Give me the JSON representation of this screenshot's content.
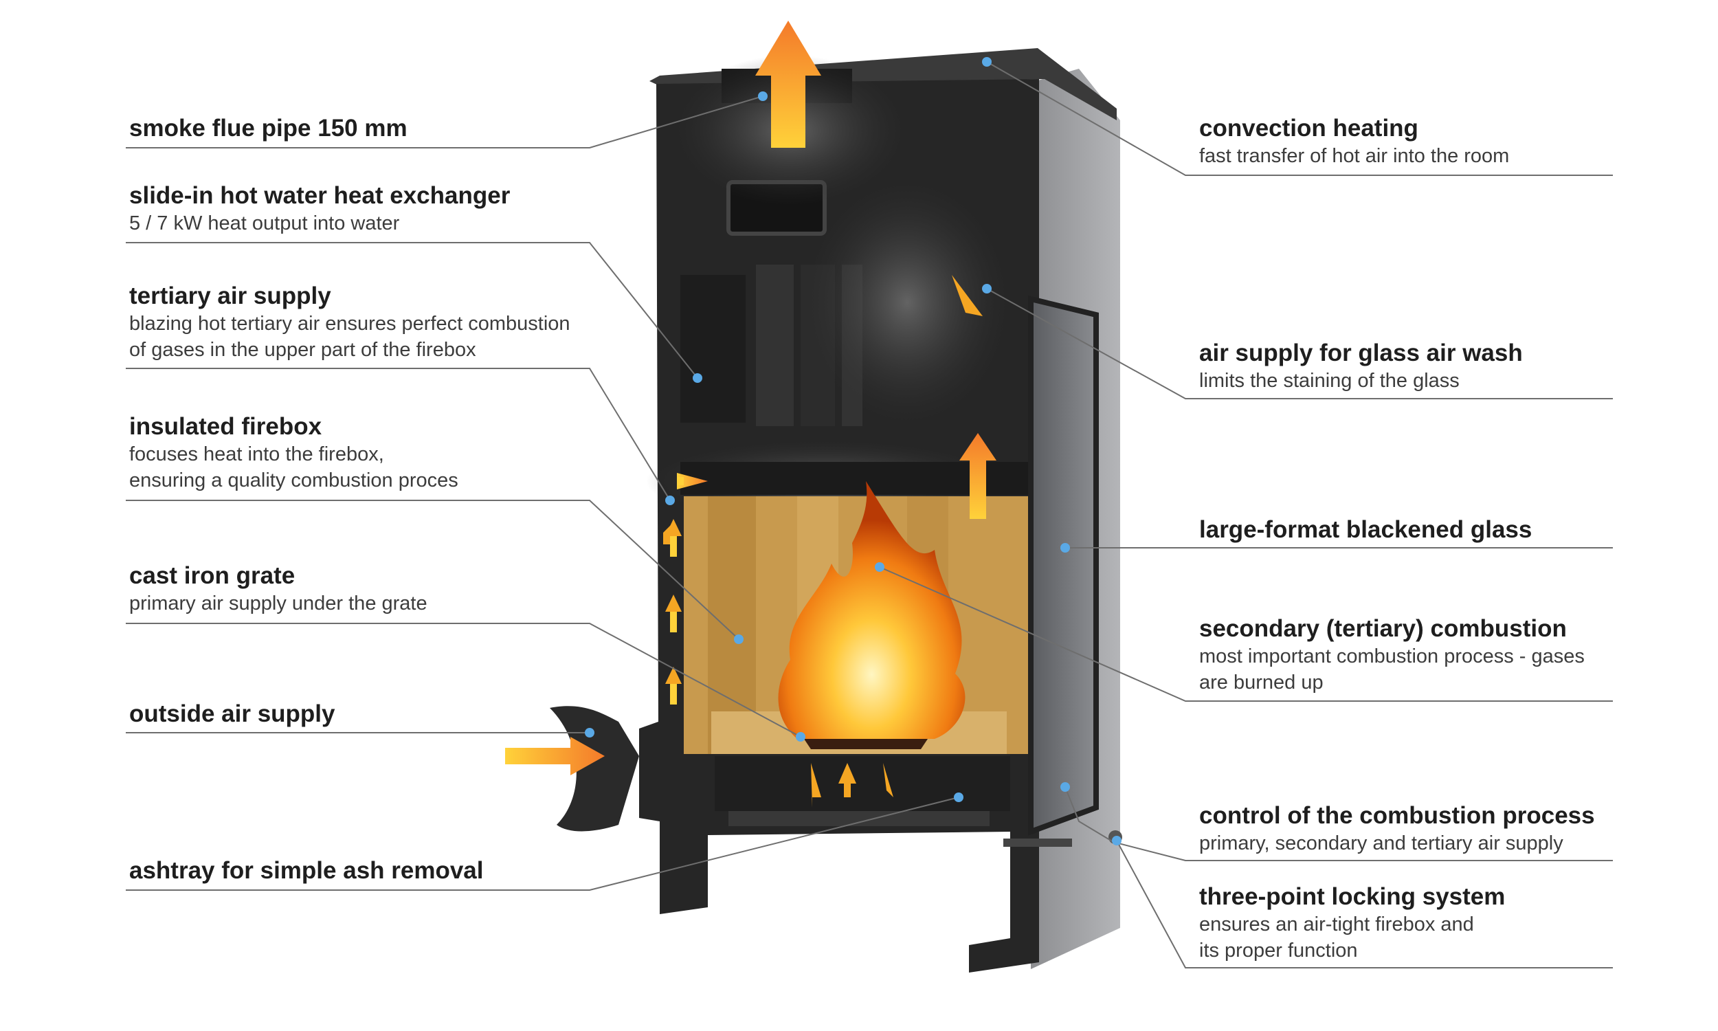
{
  "colors": {
    "steel_dark": "#2a2a2a",
    "steel_mid": "#4a4a4a",
    "side_panel": "#9c9da0",
    "insulation": "#c89a4e",
    "flame": "#ff9a1e",
    "arrow": "#f5a623",
    "marker": "#5aa9e6",
    "leader": "#6e6e6e"
  },
  "labels": [
    {
      "id": "smoke-flue",
      "title": "smoke flue pipe 150 mm",
      "lines": []
    },
    {
      "id": "hot-water-exchanger",
      "title": "slide-in hot water heat exchanger",
      "lines": [
        "5 / 7 kW heat output into water"
      ]
    },
    {
      "id": "tertiary-air",
      "title": "tertiary air supply",
      "lines": [
        "blazing hot tertiary air ensures perfect combustion",
        "of gases in the upper part of the firebox"
      ]
    },
    {
      "id": "insulated-firebox",
      "title": "insulated firebox",
      "lines": [
        "focuses heat into the firebox,",
        "ensuring a quality combustion proces"
      ]
    },
    {
      "id": "cast-iron-grate",
      "title": "cast iron grate",
      "lines": [
        "primary air supply under the grate"
      ]
    },
    {
      "id": "outside-air",
      "title": "outside air supply",
      "lines": []
    },
    {
      "id": "ashtray",
      "title": "ashtray for simple ash removal",
      "lines": []
    },
    {
      "id": "convection",
      "title": "convection heating",
      "lines": [
        "fast transfer of hot air into the room"
      ]
    },
    {
      "id": "glass-air-wash",
      "title": "air supply for glass air wash",
      "lines": [
        "limits the staining of the glass"
      ]
    },
    {
      "id": "blackened-glass",
      "title": "large-format blackened glass",
      "lines": []
    },
    {
      "id": "secondary-combustion",
      "title": "secondary (tertiary) combustion",
      "lines": [
        "most important combustion process - gases",
        "are burned up"
      ]
    },
    {
      "id": "combustion-control",
      "title": "control of the combustion process",
      "lines": [
        "primary, secondary and tertiary air supply"
      ]
    },
    {
      "id": "locking-system",
      "title": "three-point locking system",
      "lines": [
        "ensures an air-tight firebox and",
        "its proper function"
      ]
    }
  ]
}
